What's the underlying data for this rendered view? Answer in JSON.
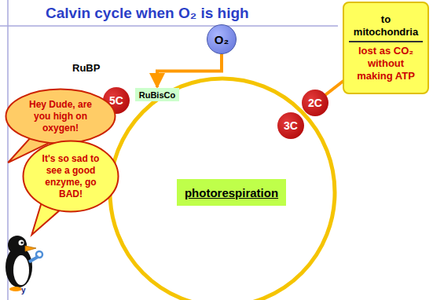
{
  "diagram": {
    "title": "Calvin cycle when O₂ is high",
    "nodes": [
      {
        "text": [
          "to mitochondria",
          "lost as CO₂ without making ATP"
        ]
      },
      {
        "text": [
          "O₂"
        ]
      },
      {
        "text": [
          "5C"
        ]
      },
      {
        "text": [
          "RuBisCo"
        ]
      },
      {
        "text": [
          "Hey Dude, are you high on oxygen!"
        ]
      },
      {
        "text": [
          "2C"
        ]
      },
      {
        "text": [
          "3C"
        ]
      },
      {
        "text": [
          "It's so sad to see a good enzyme, go BAD!"
        ]
      },
      {
        "text": [
          "photorespiration"
        ]
      }
    ],
    "edges": [
      {
        "from": 1,
        "to": 3,
        "arrow": "to"
      },
      {
        "from": 5,
        "to": 0,
        "arrow": "to"
      }
    ],
    "labels": [
      "RuBP",
      "y"
    ]
  }
}
